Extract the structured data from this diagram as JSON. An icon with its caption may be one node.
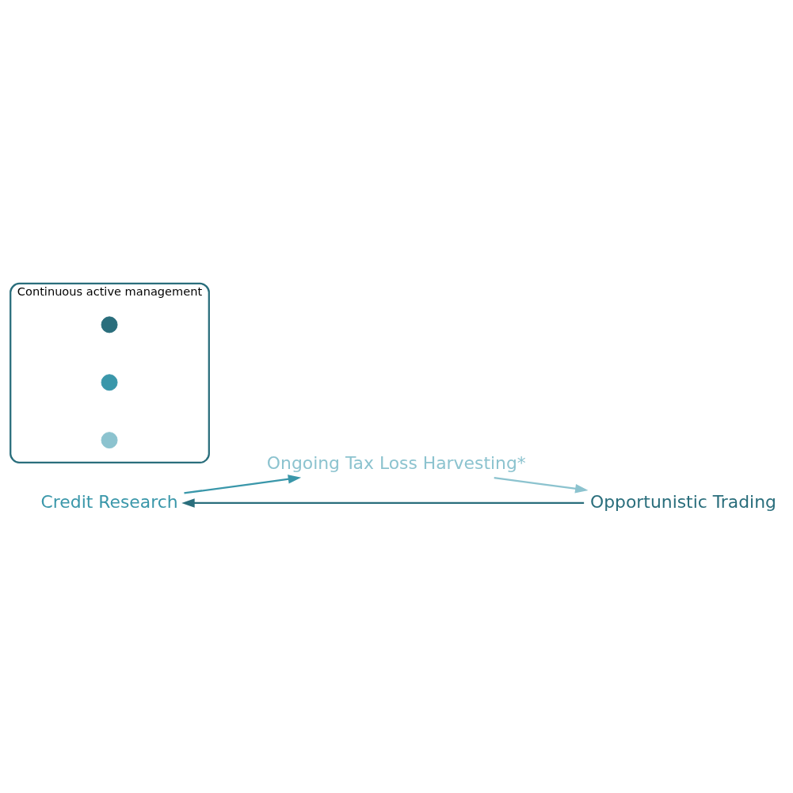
{
  "diagram": {
    "nodes": [
      {
        "text": [
          "Credit Research"
        ]
      },
      {
        "text": [
          "Ongoing Tax Loss Harvesting*"
        ]
      },
      {
        "text": [
          "Opportunistic Trading"
        ]
      },
      {
        "text": [
          "Continuous active management"
        ]
      },
      {
        "text": [],
        "shape": "circle",
        "in": 3
      },
      {
        "text": [],
        "shape": "circle",
        "in": 3
      },
      {
        "text": [],
        "shape": "circle",
        "in": 3
      }
    ],
    "edges": [
      {
        "from": 0,
        "to": 1,
        "arrow": "to",
        "color": "#3a97aa"
      },
      {
        "from": 1,
        "to": 2,
        "arrow": "to",
        "color": "#8cc3cf"
      },
      {
        "from": 2,
        "to": 0,
        "arrow": "to",
        "color": "#2a6e7c"
      }
    ]
  }
}
